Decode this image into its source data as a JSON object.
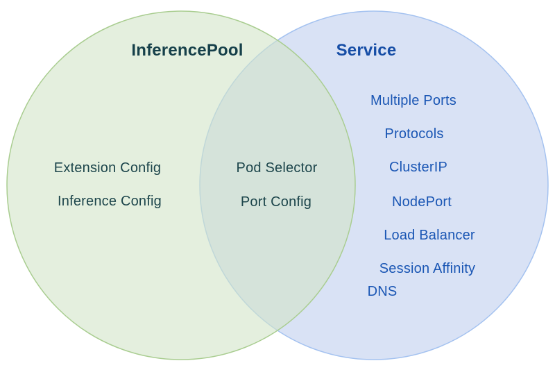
{
  "venn": {
    "left": {
      "title": "InferencePool",
      "items": [
        "Extension Config",
        "Inference Config"
      ]
    },
    "overlap": {
      "items": [
        "Pod Selector",
        "Port Config"
      ]
    },
    "right": {
      "title": "Service",
      "items": [
        "Multiple Ports",
        "Protocols",
        "ClusterIP",
        "NodePort",
        "Load Balancer",
        "Session Affinity",
        "DNS"
      ]
    },
    "colors": {
      "left_circle_fill": "#d2e4c8",
      "left_circle_stroke": "#a9cd90",
      "right_circle_fill": "#c0cfee",
      "right_circle_stroke": "#a4c2f0",
      "left_text": "#1c454b",
      "left_title_text": "#16404a",
      "right_text": "#1a56b4",
      "right_title_text": "#174ea6"
    }
  }
}
